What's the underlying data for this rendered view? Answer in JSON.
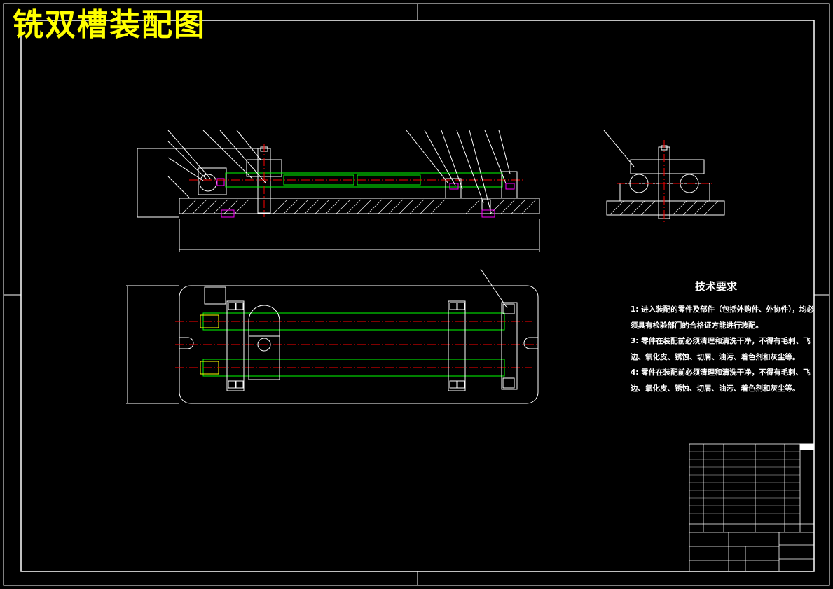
{
  "title": "铣双槽装配图",
  "technical_requirements": {
    "heading": "技术要求",
    "items": [
      "1: 进入装配的零件及部件（包括外购件、外协件），均必须具有检验部门的合格证方能进行装配。",
      "3: 零件在装配前必须清理和清洗干净，不得有毛刺、飞边、氧化皮、锈蚀、切屑、油污、着色剂和灰尘等。",
      "4: 零件在装配前必须清理和清洗干净，不得有毛刺、飞边、氧化皮、锈蚀、切屑、油污、着色剂和灰尘等。"
    ]
  },
  "colors": {
    "background": "#000000",
    "title": "#ffff00",
    "outline": "#ffffff",
    "centerline": "#ff0000",
    "shaft": "#00ff00",
    "fastener": "#ff00ff",
    "accent_yellow": "#ffff00"
  }
}
